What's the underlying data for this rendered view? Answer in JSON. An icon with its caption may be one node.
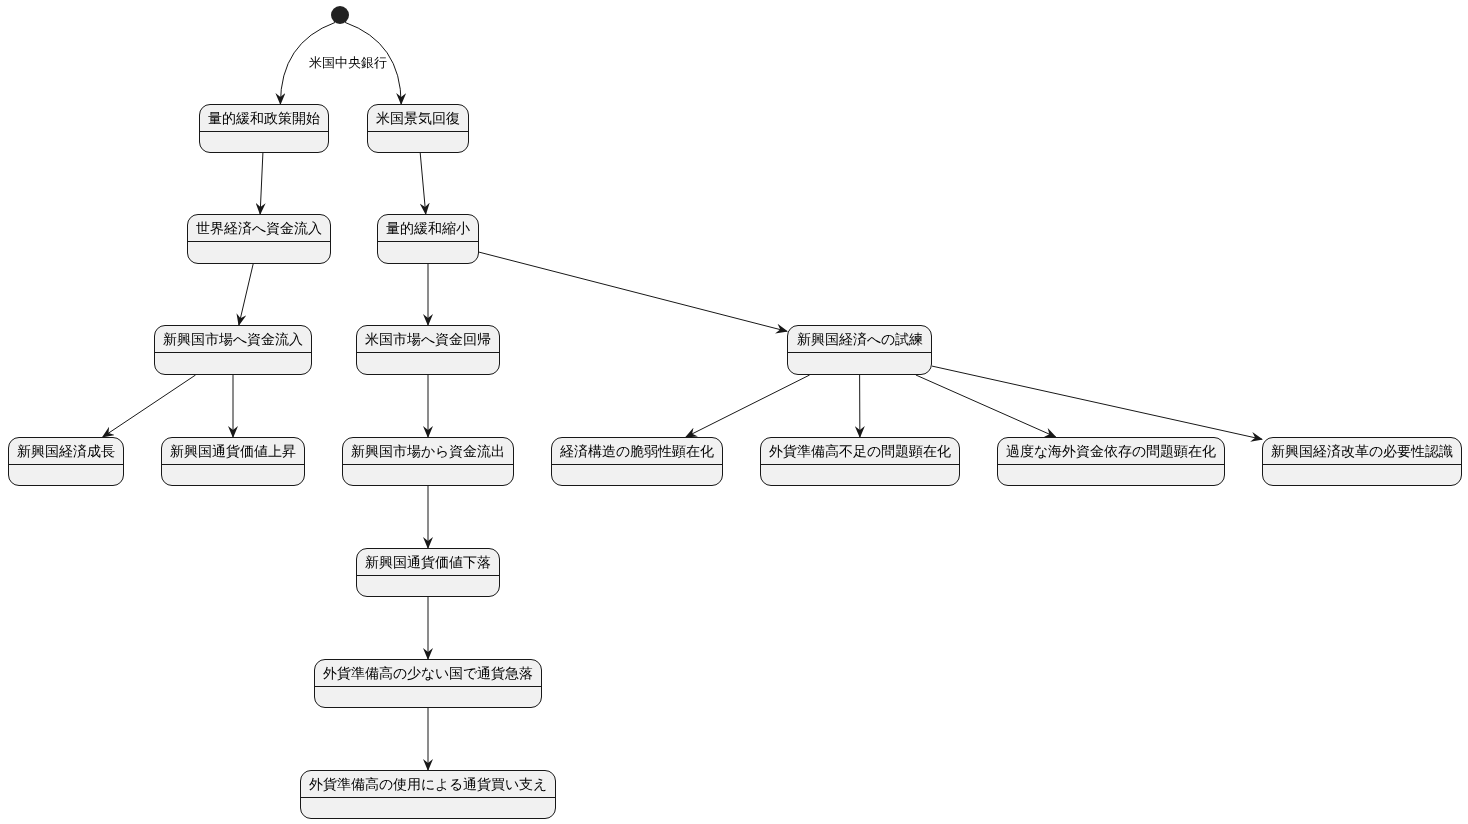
{
  "diagram": {
    "nodes": [
      {
        "text": [],
        "shape": "circle"
      },
      {
        "text": [
          "量的緩和政策開始"
        ]
      },
      {
        "text": [
          "米国景気回復"
        ]
      },
      {
        "text": [
          "世界経済へ資金流入"
        ]
      },
      {
        "text": [
          "量的緩和縮小"
        ]
      },
      {
        "text": [
          "新興国市場へ資金流入"
        ]
      },
      {
        "text": [
          "米国市場へ資金回帰"
        ]
      },
      {
        "text": [
          "新興国経済への試練"
        ]
      },
      {
        "text": [
          "新興国経済成長"
        ]
      },
      {
        "text": [
          "新興国通貨価値上昇"
        ]
      },
      {
        "text": [
          "新興国市場から資金流出"
        ]
      },
      {
        "text": [
          "経済構造の脆弱性顕在化"
        ]
      },
      {
        "text": [
          "外貨準備高不足の問題顕在化"
        ]
      },
      {
        "text": [
          "過度な海外資金依存の問題顕在化"
        ]
      },
      {
        "text": [
          "新興国経済改革の必要性認識"
        ]
      },
      {
        "text": [
          "新興国通貨価値下落"
        ]
      },
      {
        "text": [
          "外貨準備高の少ない国で通貨急落"
        ]
      },
      {
        "text": [
          "外貨準備高の使用による通貨買い支え"
        ]
      }
    ],
    "edges": [
      {
        "from": 0,
        "to": 1,
        "arrow": "to",
        "label": "米国中央銀行"
      },
      {
        "from": 0,
        "to": 2,
        "arrow": "to"
      },
      {
        "from": 1,
        "to": 3,
        "arrow": "to"
      },
      {
        "from": 3,
        "to": 5,
        "arrow": "to"
      },
      {
        "from": 5,
        "to": 8,
        "arrow": "to"
      },
      {
        "from": 5,
        "to": 9,
        "arrow": "to"
      },
      {
        "from": 2,
        "to": 4,
        "arrow": "to"
      },
      {
        "from": 4,
        "to": 6,
        "arrow": "to"
      },
      {
        "from": 4,
        "to": 7,
        "arrow": "to"
      },
      {
        "from": 6,
        "to": 10,
        "arrow": "to"
      },
      {
        "from": 10,
        "to": 15,
        "arrow": "to"
      },
      {
        "from": 15,
        "to": 16,
        "arrow": "to"
      },
      {
        "from": 16,
        "to": 17,
        "arrow": "to"
      },
      {
        "from": 7,
        "to": 11,
        "arrow": "to"
      },
      {
        "from": 7,
        "to": 12,
        "arrow": "to"
      },
      {
        "from": 7,
        "to": 13,
        "arrow": "to"
      },
      {
        "from": 7,
        "to": 14,
        "arrow": "to"
      }
    ]
  }
}
